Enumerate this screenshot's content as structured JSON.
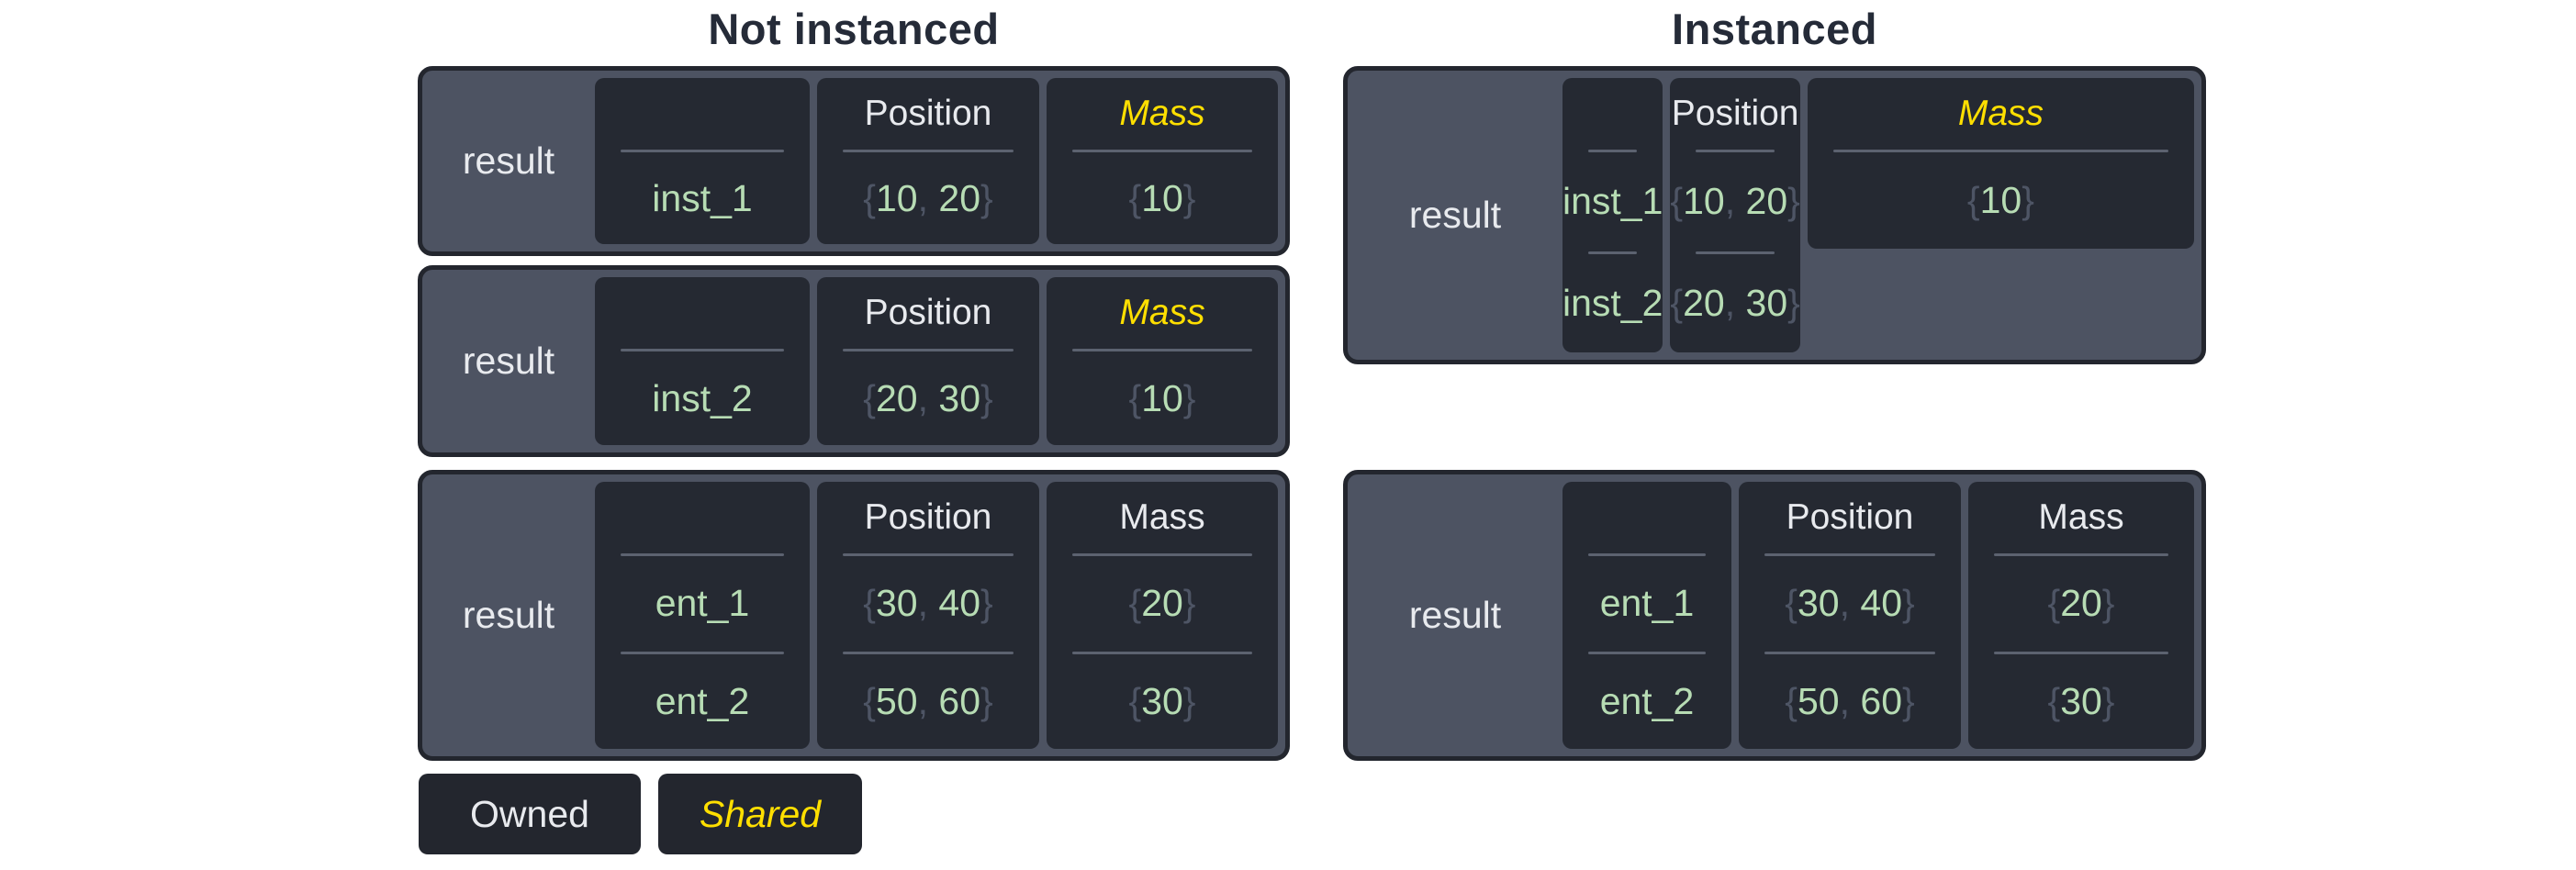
{
  "colors": {
    "bg": "#ffffff",
    "title": "#252b38",
    "table-bg": "#4d5362",
    "table-border": "#23262e",
    "cell-bg": "#252932",
    "separator": "#5c6270",
    "text-light": "#e8eaee",
    "value-green": "#b7dcb4",
    "punct-gray": "#4e5565",
    "shared-yellow": "#ffdf00",
    "legend-bg": "#23262e"
  },
  "legend": {
    "owned": "Owned",
    "shared": "Shared"
  },
  "groups": [
    {
      "title": "Not instanced",
      "tables": [
        {
          "result": "result",
          "columns": [
            {
              "kind": "entity",
              "header": "",
              "shared": false,
              "rows": [
                "inst_1"
              ]
            },
            {
              "kind": "component",
              "header": "Position",
              "shared": false,
              "rows": [
                "{10, 20}"
              ]
            },
            {
              "kind": "component",
              "header": "Mass",
              "shared": true,
              "rows": [
                "{10}"
              ]
            }
          ]
        },
        {
          "result": "result",
          "columns": [
            {
              "kind": "entity",
              "header": "",
              "shared": false,
              "rows": [
                "inst_2"
              ]
            },
            {
              "kind": "component",
              "header": "Position",
              "shared": false,
              "rows": [
                "{20, 30}"
              ]
            },
            {
              "kind": "component",
              "header": "Mass",
              "shared": true,
              "rows": [
                "{10}"
              ]
            }
          ]
        },
        {
          "result": "result",
          "columns": [
            {
              "kind": "entity",
              "header": "",
              "shared": false,
              "rows": [
                "ent_1",
                "ent_2"
              ]
            },
            {
              "kind": "component",
              "header": "Position",
              "shared": false,
              "rows": [
                "{30, 40}",
                "{50, 60}"
              ]
            },
            {
              "kind": "component",
              "header": "Mass",
              "shared": false,
              "rows": [
                "{20}",
                "{30}"
              ]
            }
          ]
        }
      ]
    },
    {
      "title": "Instanced",
      "tables": [
        {
          "result": "result",
          "columns": [
            {
              "kind": "entity",
              "header": "",
              "shared": false,
              "rows": [
                "inst_1",
                "inst_2"
              ]
            },
            {
              "kind": "component",
              "header": "Position",
              "shared": false,
              "rows": [
                "{10, 20}",
                "{20, 30}"
              ]
            },
            {
              "kind": "component",
              "header": "Mass",
              "shared": true,
              "rows": [
                "{10}"
              ]
            }
          ]
        },
        {
          "result": "result",
          "columns": [
            {
              "kind": "entity",
              "header": "",
              "shared": false,
              "rows": [
                "ent_1",
                "ent_2"
              ]
            },
            {
              "kind": "component",
              "header": "Position",
              "shared": false,
              "rows": [
                "{30, 40}",
                "{50, 60}"
              ]
            },
            {
              "kind": "component",
              "header": "Mass",
              "shared": false,
              "rows": [
                "{20}",
                "{30}"
              ]
            }
          ]
        }
      ]
    }
  ]
}
